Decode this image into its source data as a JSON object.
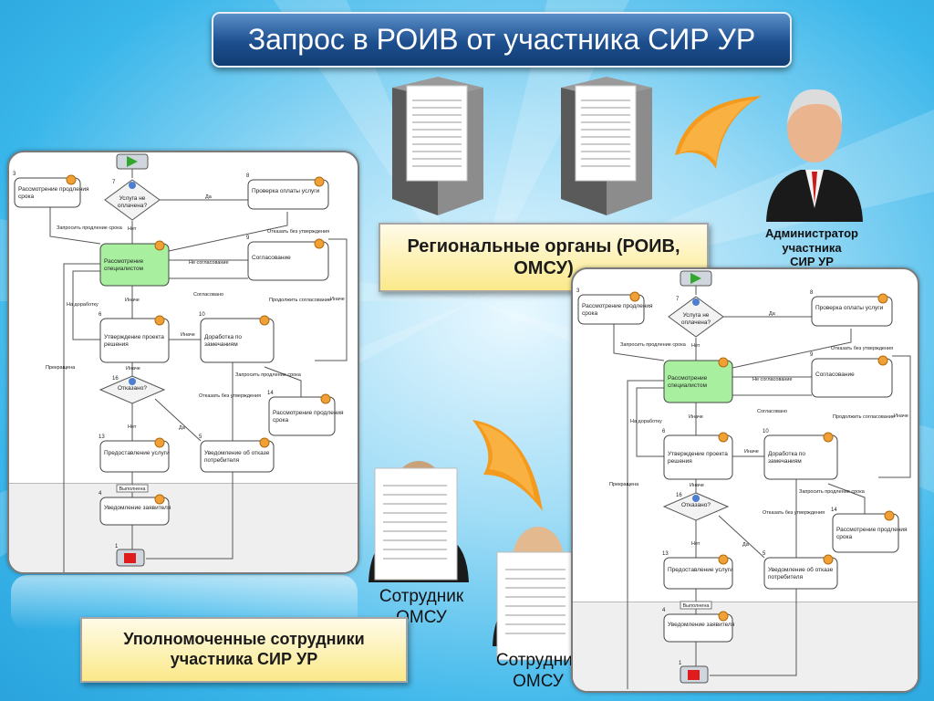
{
  "slide": {
    "title": "Запрос в РОИВ от участника СИР УР"
  },
  "labels": {
    "regional": "Региональные органы (РОИВ, ОМСУ)",
    "authorized": "Уполномоченные сотрудники участника СИР УР",
    "admin_line1": "Администратор",
    "admin_line2": "участника",
    "admin_line3": "СИР УР",
    "employee_line1": "Сотрудник",
    "employee_line2": "ОМСУ"
  },
  "workflow": {
    "nodes": {
      "n3": {
        "num": "3",
        "line1": "Рассмотрение продления",
        "line2": "срока"
      },
      "n7": {
        "num": "7",
        "line1": "Услуга не",
        "line2": "оплачена?"
      },
      "n8": {
        "num": "8",
        "line1": "Проверка оплаты услуги",
        "line2": ""
      },
      "n6top": {
        "num": "",
        "line1": "Рассмотрение",
        "line2": "специалистом"
      },
      "n9": {
        "num": "9",
        "line1": "Согласование",
        "line2": ""
      },
      "n6": {
        "num": "6",
        "line1": "Утверждение проекта",
        "line2": "решения"
      },
      "n10": {
        "num": "10",
        "line1": "Доработка по",
        "line2": "замечаниям"
      },
      "n16": {
        "num": "16",
        "line1": "Отказано?",
        "line2": ""
      },
      "n14": {
        "num": "14",
        "line1": "Рассмотрение продления",
        "line2": "срока"
      },
      "n13": {
        "num": "13",
        "line1": "Предоставление услуги",
        "line2": ""
      },
      "n5": {
        "num": "5",
        "line1": "Уведомление об отказе",
        "line2": "потребителя"
      },
      "n4": {
        "num": "4",
        "line1": "Уведомление заявителя",
        "line2": ""
      },
      "n1": {
        "num": "1"
      }
    },
    "edges": {
      "yes": "Да",
      "no": "Нет",
      "request_extension": "Запросить продление срока",
      "reject_no_approval": "Отказать без утверждения",
      "not_approved": "Не согласование",
      "approved": "Согласовано",
      "continue_approval": "Продолжить согласование",
      "otherwise": "Иначе",
      "for_revision": "На доработку",
      "terminated": "Прекращена",
      "done": "Выполнена"
    }
  },
  "colors": {
    "title_bar": "#1d4f8f",
    "highlight_node": "#a8f0a0",
    "node_fill": "#ffffff",
    "stop": "#e01b1b",
    "start": "#33a62e",
    "label_box": "#fbe98a"
  }
}
